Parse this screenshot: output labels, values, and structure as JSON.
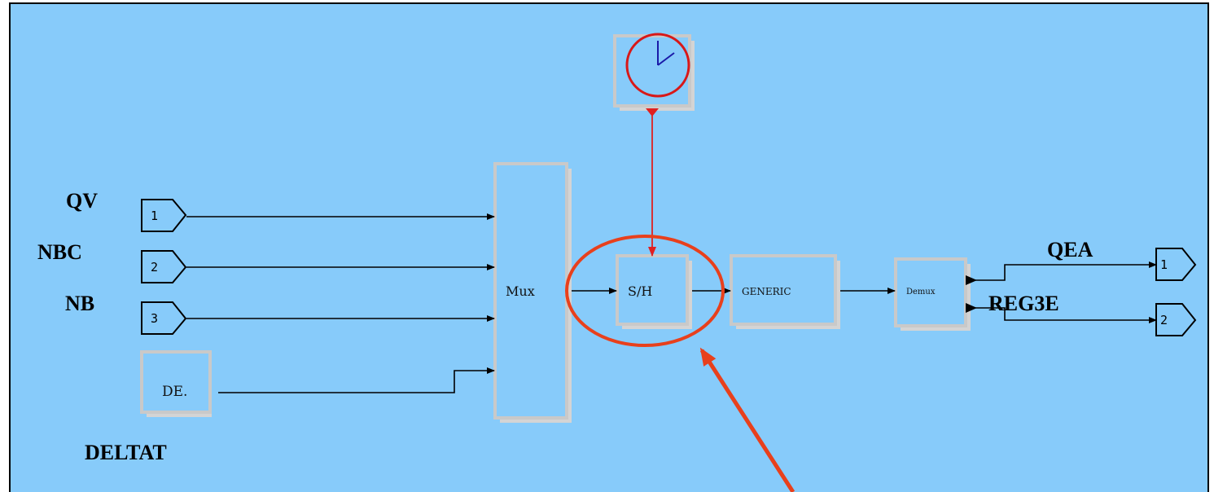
{
  "diagram": {
    "inputs": [
      {
        "port": "1",
        "label": "QV"
      },
      {
        "port": "2",
        "label": "NBC"
      },
      {
        "port": "3",
        "label": "NB"
      }
    ],
    "constant": {
      "text": "DE.",
      "label": "DELTAT"
    },
    "blocks": {
      "mux": "Mux",
      "sample_hold": "S/H",
      "generic": "GENERIC",
      "demux": "Demux"
    },
    "outputs": [
      {
        "port": "1",
        "label": "QEA"
      },
      {
        "port": "2",
        "label": "REG3E"
      }
    ],
    "colors": {
      "background": "#87cbfa",
      "block_shadow": "#c9c9c9",
      "signal_line": "#000000",
      "clock_line": "#e02020",
      "highlight": "#e8401c"
    }
  }
}
